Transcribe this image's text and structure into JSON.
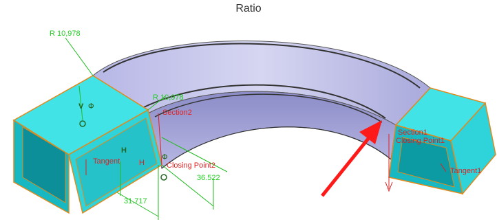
{
  "title": "Ratio",
  "colors": {
    "cyan": "#3ee7e8",
    "cyan_dark": "#0fb7bf",
    "sweep_top": "#c3c3ea",
    "sweep_side": "#9a9ad0",
    "edge_orange": "#e08a1c",
    "green_text": "#22cc22",
    "red_text": "#dd2222",
    "arrow_red": "#ff1a1a"
  },
  "annotations": {
    "radius_top": "R 10,978",
    "radius_mid": "R 10,978",
    "section2": "Section2",
    "section1": "Section1",
    "closing_point1": "Closing Point1",
    "closing_point2": "Closing Point2",
    "tangent_left": "Tangent",
    "tangent_right": "Tangent1",
    "dim_36": "36.522",
    "dim_left": "31.717",
    "v_label": "V",
    "h_label_a": "H",
    "h_label_b": "H"
  },
  "icons": [
    "phi-constraint-icon",
    "concentric-constraint-icon",
    "red-arrow-indicator"
  ]
}
